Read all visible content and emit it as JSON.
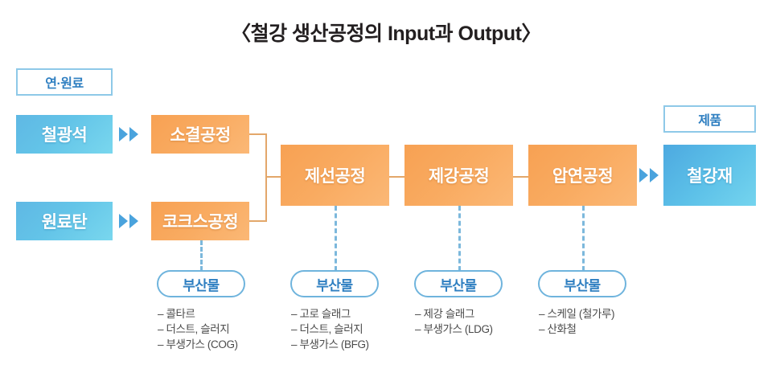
{
  "title": "〈철강 생산공정의 Input과 Output〉",
  "captions": {
    "input": "연·원료",
    "product": "제품"
  },
  "inputs": [
    {
      "label": "철광석"
    },
    {
      "label": "원료탄"
    }
  ],
  "pre_processes": [
    {
      "label": "소결공정"
    },
    {
      "label": "코크스공정"
    }
  ],
  "main_processes": [
    {
      "label": "제선공정"
    },
    {
      "label": "제강공정"
    },
    {
      "label": "압연공정"
    }
  ],
  "product": {
    "label": "철강재"
  },
  "byproducts": [
    {
      "pill_label": "부산물",
      "items": [
        "콜타르",
        "더스트, 슬러지",
        "부생가스 (COG)"
      ]
    },
    {
      "pill_label": "부산물",
      "items": [
        "고로 슬래그",
        "더스트, 슬러지",
        "부생가스 (BFG)"
      ]
    },
    {
      "pill_label": "부산물",
      "items": [
        "제강 슬래그",
        "부생가스 (LDG)"
      ]
    },
    {
      "pill_label": "부산물",
      "items": [
        "스케일 (철가루)",
        "산화철"
      ]
    }
  ],
  "colors": {
    "title_text": "#231f20",
    "blue_accent": "#4aa3dd",
    "blue_border": "#8ec9e8",
    "blue_box_start": "#5fb8e4",
    "blue_box_end": "#79d7ee",
    "orange_box_start": "#f7a153",
    "orange_box_end": "#fbb876",
    "connector_line": "#e3a76a",
    "dashed_line": "#7cb8dc",
    "list_text": "#4b4b4b"
  }
}
